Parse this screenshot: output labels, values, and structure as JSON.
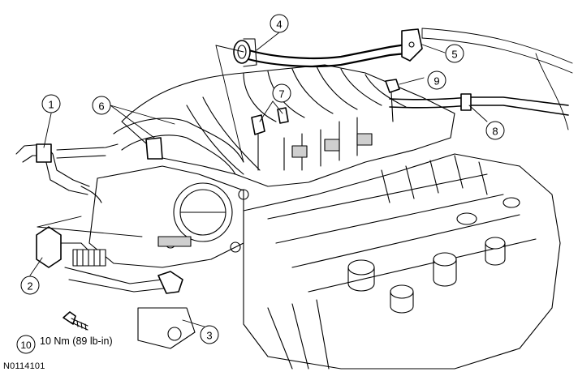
{
  "callouts": [
    {
      "n": "1"
    },
    {
      "n": "2"
    },
    {
      "n": "3"
    },
    {
      "n": "4"
    },
    {
      "n": "5"
    },
    {
      "n": "6"
    },
    {
      "n": "7"
    },
    {
      "n": "8"
    },
    {
      "n": "9"
    },
    {
      "n": "10"
    }
  ],
  "torque_spec": "10 Nm (89 lb-in)",
  "figure_id": "N0114101",
  "colors": {
    "ink": "#000000",
    "paper": "#ffffff",
    "shade": "#cfcfcf"
  }
}
